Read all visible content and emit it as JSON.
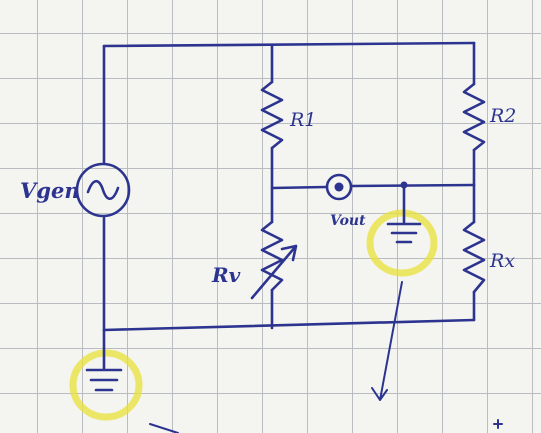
{
  "labels": {
    "source": "Vgen",
    "r1": "R1",
    "r2": "R2",
    "rv": "Rv",
    "rx": "Rx",
    "vout": "Vout"
  },
  "colors": {
    "ink": "#2c3490",
    "highlight": "#e9e23a",
    "paper": "#f4f4f0",
    "grid": "#b9bcc0"
  }
}
